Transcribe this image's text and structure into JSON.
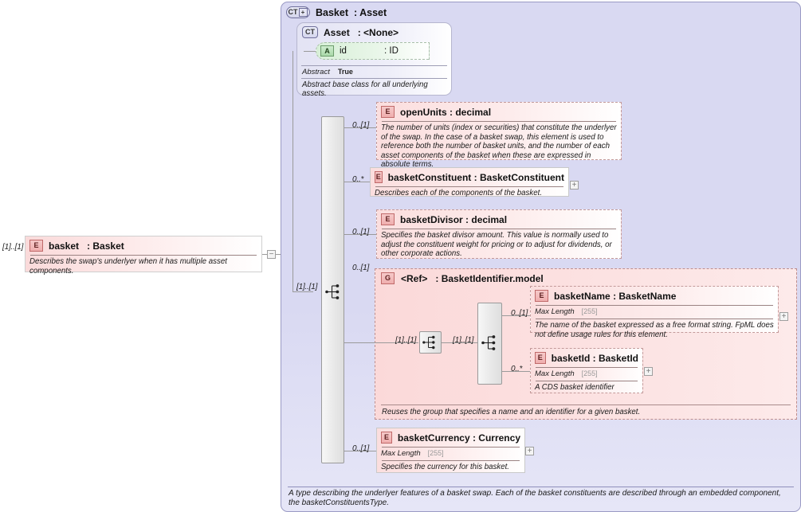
{
  "diagram": {
    "type": "xsd-schema-diagram",
    "root_element": {
      "name": "basket",
      "type": ": Basket",
      "cardinality": "[1]..[1]",
      "icon": "element-icon",
      "doc": "Describes the swap's underlyer when it has multiple asset components."
    },
    "complex_type": {
      "badge": "CT",
      "expand": "+",
      "name": "Basket",
      "type": ": Asset",
      "footer_doc": "A type describing the underlyer features of a basket swap. Each of the basket constituents are described through an embedded component, the basketConstituentsType."
    },
    "base_type": {
      "badge": "CT",
      "name": "Asset",
      "type": ": <None>",
      "facet_label": "Abstract",
      "facet_value": "True",
      "doc": "Abstract base class for all underlying assets.",
      "attribute": {
        "badge": "A",
        "name": "id",
        "type": ": ID"
      }
    },
    "sequence_cardinality": "[1]..[1]",
    "children": [
      {
        "badge": "E",
        "name": "openUnits",
        "type": ": decimal",
        "cardinality": "0..[1]",
        "doc": "The number of units (index or securities) that constitute the underlyer of the swap. In the case of a basket swap, this element is used to reference both the number of basket units, and the number of each asset components of the basket when these are expressed in absolute terms.",
        "expand": null
      },
      {
        "badge": "E",
        "name": "basketConstituent",
        "type": ": BasketConstituent",
        "cardinality": "0..*",
        "doc": "Describes each of the components of the basket.",
        "expand": "+"
      },
      {
        "badge": "E",
        "name": "basketDivisor",
        "type": ": decimal",
        "cardinality": "0..[1]",
        "doc": "Specifies the basket divisor amount. This value is normally used to adjust the constituent weight for pricing or to adjust for dividends, or other corporate actions.",
        "expand": null
      },
      {
        "badge": "E",
        "name": "basketCurrency",
        "type": ": Currency",
        "cardinality": "0..[1]",
        "facet_label": "Max Length",
        "facet_value": "[255]",
        "doc": "Specifies the currency for this basket.",
        "expand": "+"
      }
    ],
    "ref_group": {
      "badge": "G",
      "name": "<Ref>",
      "type": ": BasketIdentifier.model",
      "cardinality": "0..[1]",
      "inner_seq_cardinality_1": "[1]..[1]",
      "inner_seq_cardinality_2": "[1]..[1]",
      "doc": "Reuses the group that specifies a name and an identifier for a given basket.",
      "members": [
        {
          "badge": "E",
          "name": "basketName",
          "type": ": BasketName",
          "cardinality": "0..[1]",
          "facet_label": "Max Length",
          "facet_value": "[255]",
          "doc": "The name of the basket expressed as a free format string. FpML does not define usage rules for this element.",
          "expand": "+"
        },
        {
          "badge": "E",
          "name": "basketId",
          "type": ": BasketId",
          "cardinality": "0..*",
          "facet_label": "Max Length",
          "facet_value": "[255]",
          "doc": "A CDS basket identifier",
          "expand": "+"
        }
      ]
    },
    "collapse_button": "−",
    "colors": {
      "panel_bg": "#d9d9f2",
      "panel_border": "#9a9ac4",
      "element_fill": "#fbdede",
      "element_border": "#c49a9a",
      "attribute_fill": "#d7efd7",
      "line": "#9a9a9a"
    }
  }
}
